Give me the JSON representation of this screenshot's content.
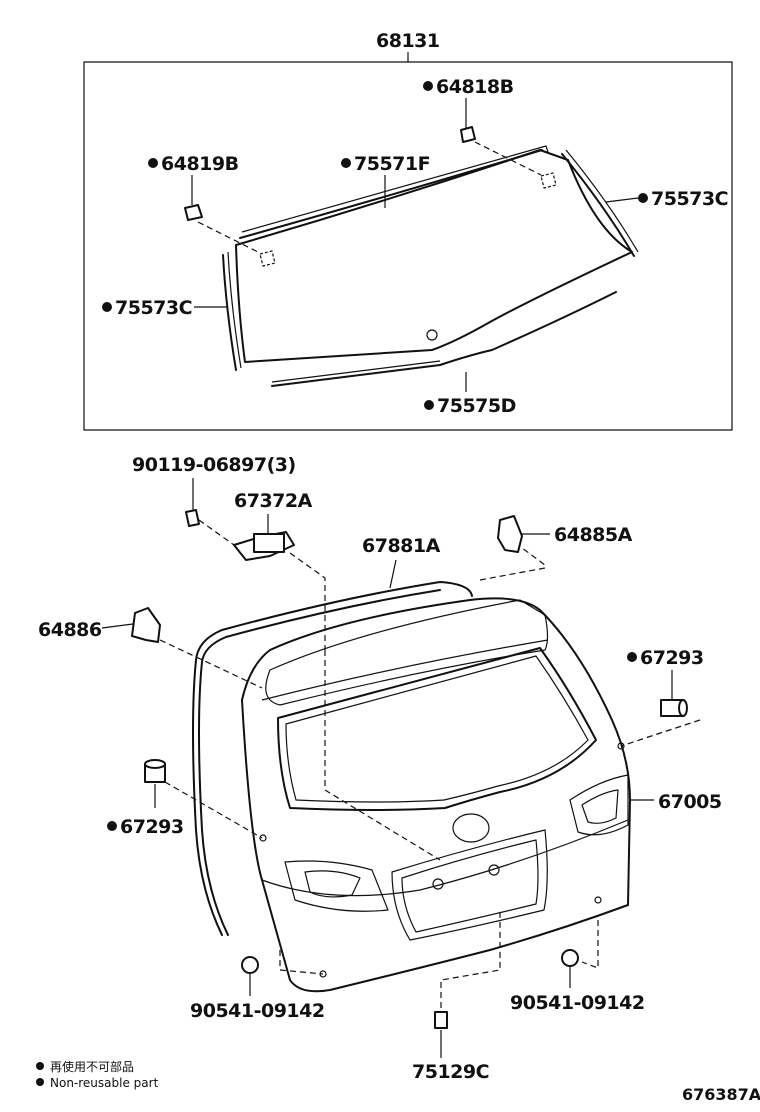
{
  "diagram": {
    "labels": {
      "glass_assembly": "68131",
      "clip_right": "64818B",
      "clip_left": "64819B",
      "upper_molding": "75571F",
      "side_molding_right": "75573C",
      "side_molding_left": "75573C",
      "lower_molding": "75575D",
      "screw": "90119-06897(3)",
      "damper_stay": "67372A",
      "weatherstrip": "67881A",
      "stopper_right": "64885A",
      "stopper_left": "64886",
      "cushion_right": "67293",
      "cushion_left": "67293",
      "back_door_panel": "67005",
      "bumper_left": "90541-09142",
      "bumper_right": "90541-09142",
      "plug": "75129C"
    },
    "legend": {
      "japanese": "再使用不可部品",
      "english": "Non-reusable part"
    },
    "illustration_id": "676387A"
  }
}
